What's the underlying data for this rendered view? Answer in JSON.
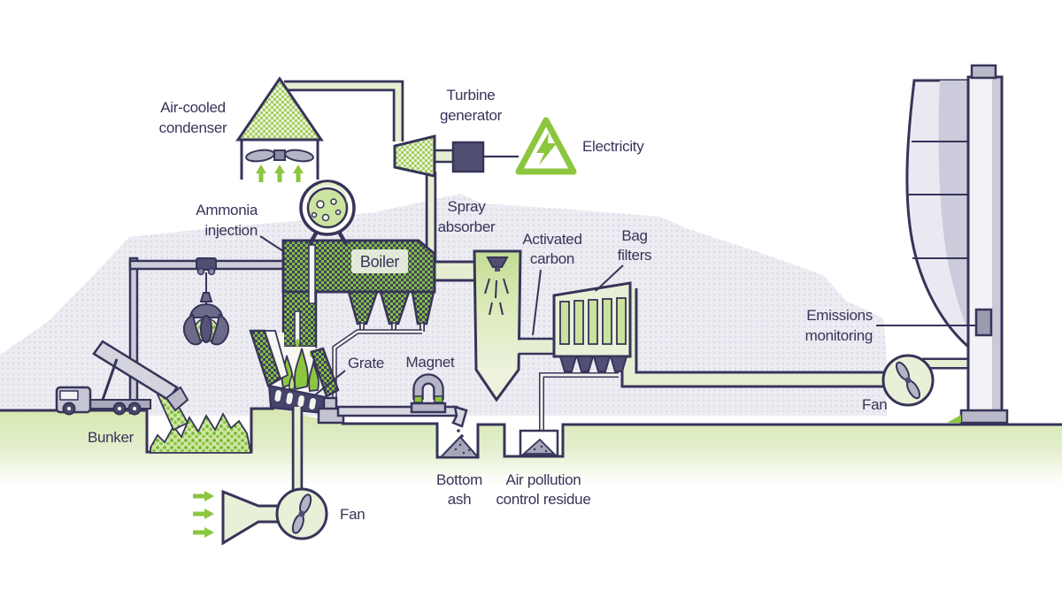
{
  "diagram": {
    "type": "energy-from-waste process illustration",
    "labels": {
      "air_cooled_condenser": {
        "line1": "Air-cooled",
        "line2": "condenser"
      },
      "turbine_generator": {
        "line1": "Turbine",
        "line2": "generator"
      },
      "electricity": {
        "text": "Electricity"
      },
      "ammonia_injection": {
        "line1": "Ammonia",
        "line2": "injection"
      },
      "spray_absorber": {
        "line1": "Spray",
        "line2": "absorber"
      },
      "boiler": {
        "text": "Boiler"
      },
      "activated_carbon": {
        "line1": "Activated",
        "line2": "carbon"
      },
      "bag_filters": {
        "line1": "Bag",
        "line2": "filters"
      },
      "emissions_monitoring": {
        "line1": "Emissions",
        "line2": "monitoring"
      },
      "fan_right": {
        "text": "Fan"
      },
      "grate": {
        "text": "Grate"
      },
      "magnet": {
        "text": "Magnet"
      },
      "bunker": {
        "text": "Bunker"
      },
      "bottom_ash": {
        "line1": "Bottom",
        "line2": "ash"
      },
      "apc_residue": {
        "line1": "Air pollution",
        "line2": "control residue"
      },
      "fan_bottom": {
        "text": "Fan"
      }
    },
    "icons": {
      "electricity_sign": "lightning-bolt-triangle",
      "condenser_fan": "propeller",
      "air_flow_arrows_up": "three-up-arrows",
      "air_flow_arrows_right": "three-right-arrows",
      "magnet_icon": "horseshoe-magnet",
      "crane_grab": "claw-grab",
      "spray_nozzle": "spray-cone"
    },
    "colors": {
      "ink": "#373459",
      "accent_green": "#8cc63f",
      "pale_green_duct": "#e6eed2",
      "mid_green": "#a3ce5f",
      "light_gray": "#c9c9d8",
      "dark_gray_box": "#504e73",
      "background_gray": "#ececf2",
      "ground_green": "#d4e6ae"
    }
  }
}
